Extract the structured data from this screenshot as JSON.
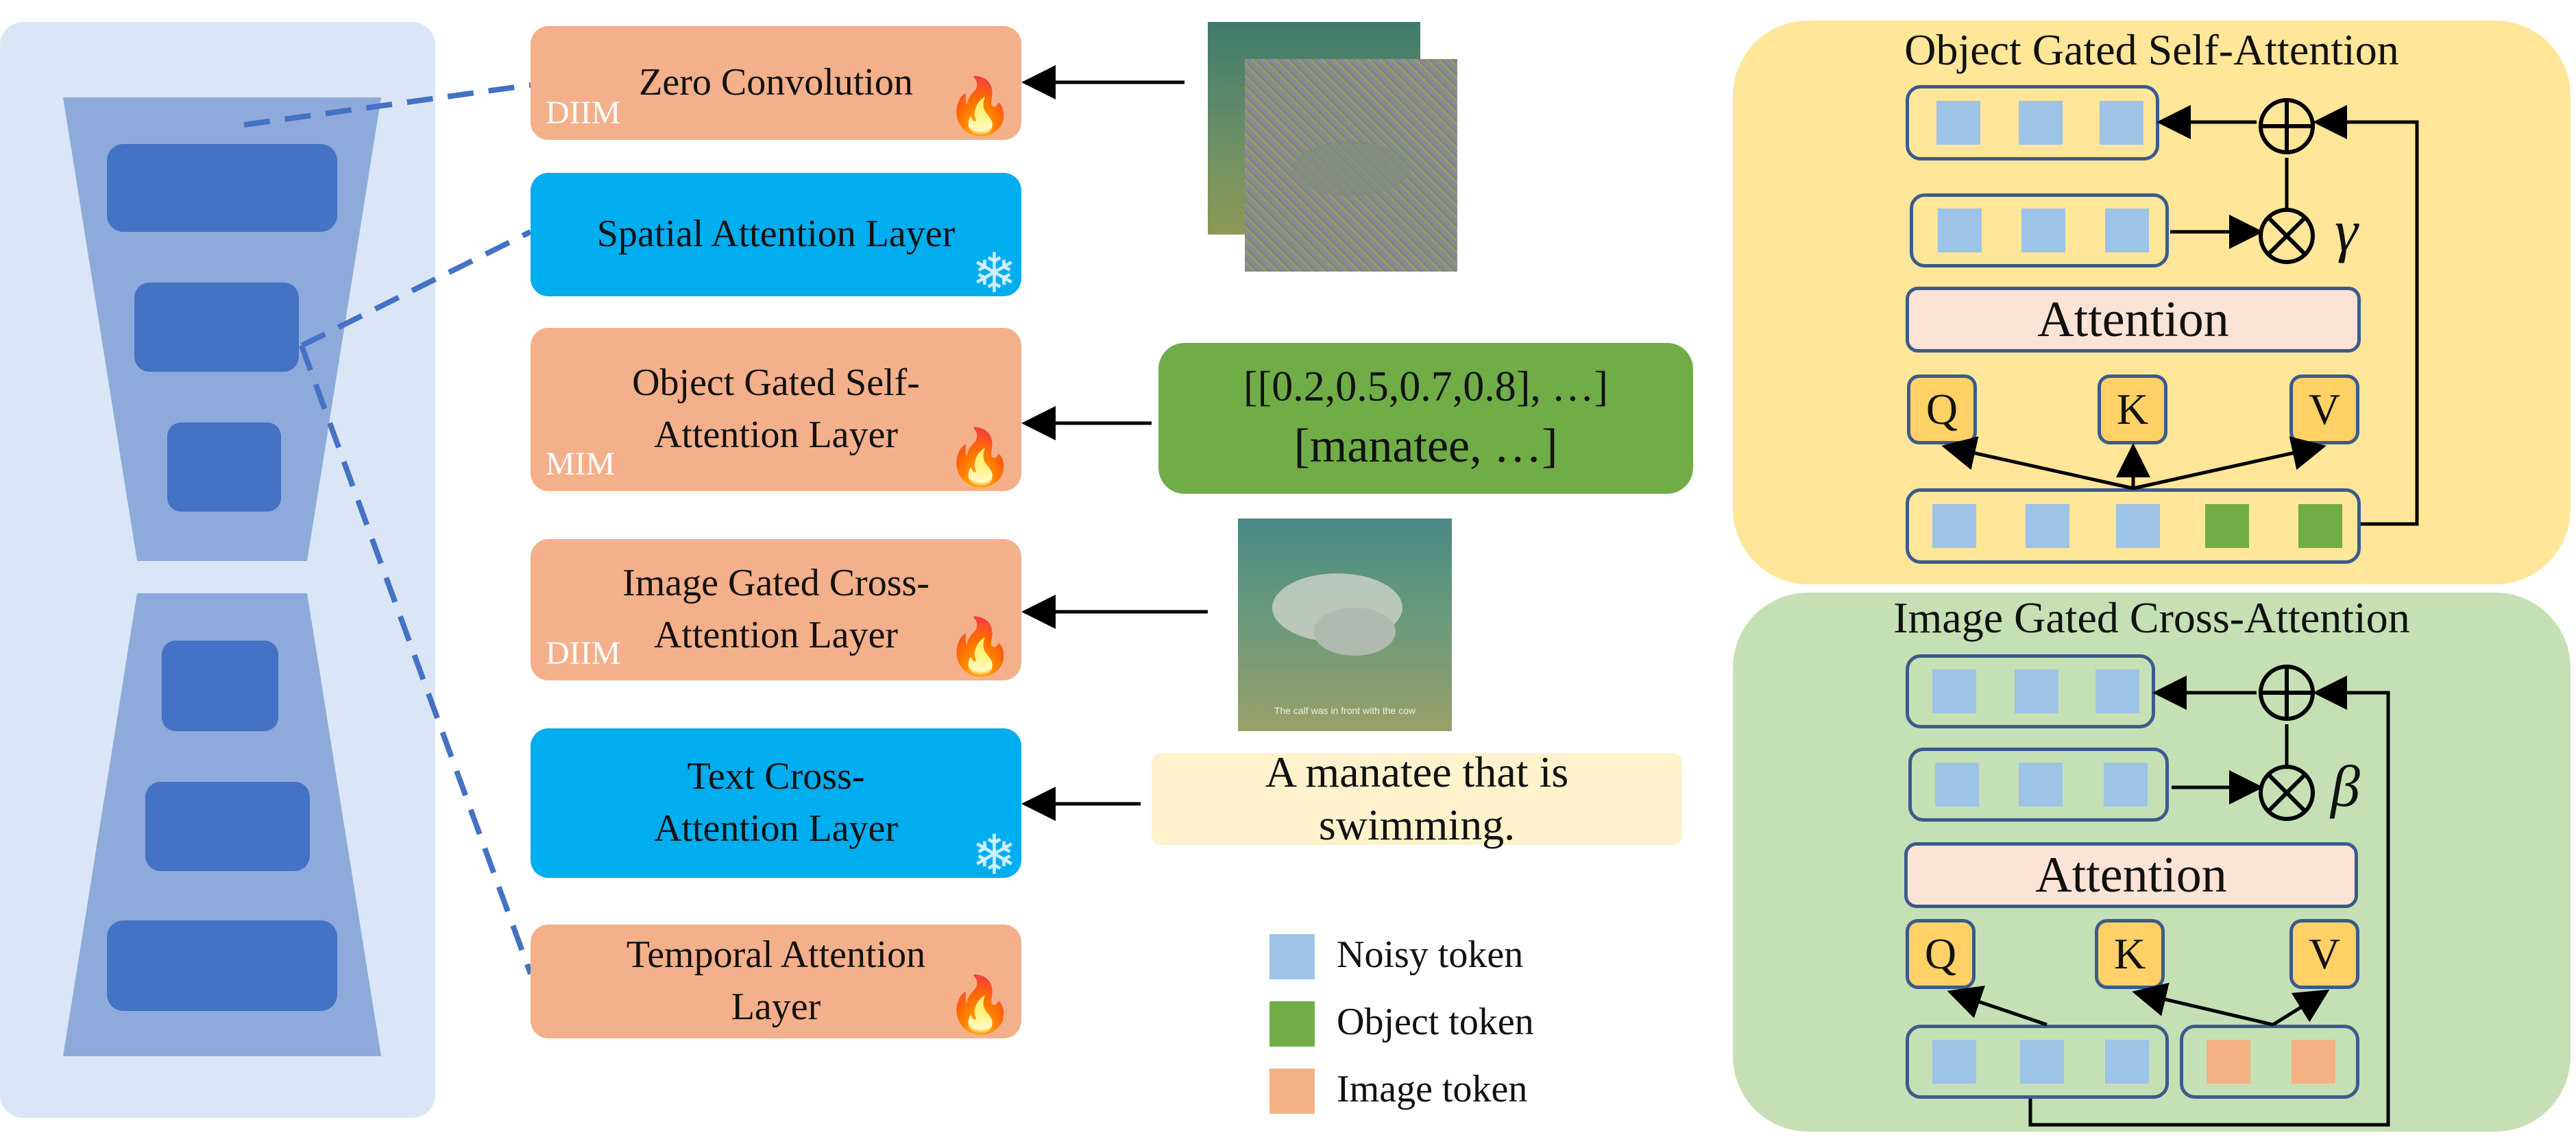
{
  "layers": [
    {
      "id": "zero-conv",
      "label": "Zero Convolution",
      "tag": "DIIM",
      "icon": "fire-icon",
      "type": "trainable"
    },
    {
      "id": "spatial-attn",
      "label": "Spatial Attention Layer",
      "tag": "",
      "icon": "snowflake-icon",
      "type": "frozen"
    },
    {
      "id": "obj-gated-self-attn",
      "label": "Object Gated Self-Attention Layer",
      "tag": "MIM",
      "icon": "fire-icon",
      "type": "trainable"
    },
    {
      "id": "img-gated-cross-attn",
      "label": "Image Gated Cross-Attention Layer",
      "tag": "DIIM",
      "icon": "fire-icon",
      "type": "trainable"
    },
    {
      "id": "text-cross-attn",
      "label": "Text Cross-Attention Layer",
      "tag": "",
      "icon": "snowflake-icon",
      "type": "frozen"
    },
    {
      "id": "temporal-attn",
      "label": "Temporal Attention Layer",
      "tag": "",
      "icon": "fire-icon",
      "type": "trainable"
    }
  ],
  "inputs": {
    "object_boxes": "[[0.2,0.5,0.7,0.8], …]",
    "object_names": "[manatee, …]",
    "caption": "A manatee that is swimming.",
    "caption_line1": "A manatee that is",
    "caption_line2": "swimming.",
    "image_watermark": "The calf was in front with the cow"
  },
  "panels": {
    "self_attention": {
      "title": "Object Gated Self-Attention",
      "attention_label": "Attention",
      "gate_symbol": "γ",
      "q": "Q",
      "k": "K",
      "v": "V"
    },
    "cross_attention": {
      "title": "Image Gated Cross-Attention",
      "attention_label": "Attention",
      "gate_symbol": "β",
      "q": "Q",
      "k": "K",
      "v": "V"
    }
  },
  "legend": [
    {
      "label": "Noisy token",
      "color": "#9dc3e6"
    },
    {
      "label": "Object token",
      "color": "#70ad47"
    },
    {
      "label": "Image token",
      "color": "#f4b183"
    }
  ],
  "colors": {
    "trainable_layer": "#f4b08a",
    "frozen_layer": "#00adef",
    "unet_background": "#dae6f5",
    "unet_shape": "#8eaadb",
    "unet_block": "#4472c4",
    "self_attn_panel": "#ffe699",
    "cross_attn_panel": "#c5e0b4",
    "object_input_box": "#70ad47",
    "caption_box": "#fff2cc"
  }
}
